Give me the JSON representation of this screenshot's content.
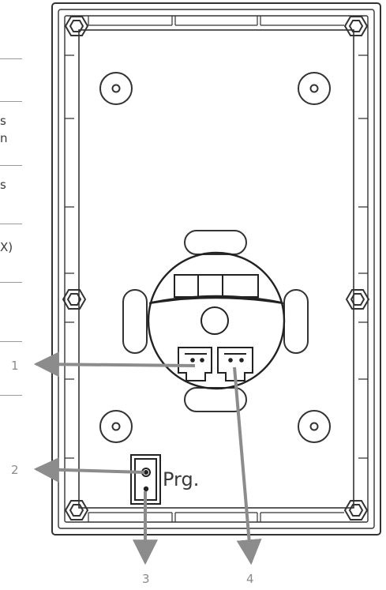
{
  "left_column": {
    "fragments": [
      "s",
      "n",
      "s",
      "X)"
    ]
  },
  "device": {
    "program_label": "Prg."
  },
  "callouts": [
    "1",
    "2",
    "3",
    "4"
  ]
}
